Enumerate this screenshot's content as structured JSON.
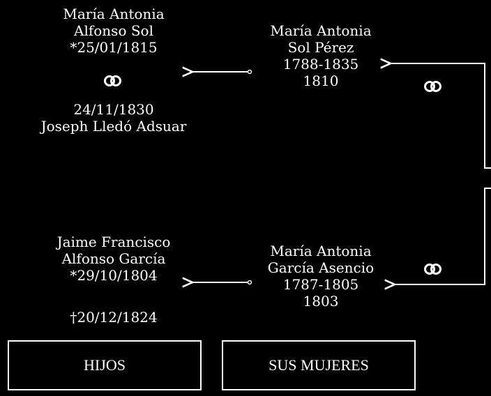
{
  "child1": {
    "name1": "María Antonia",
    "name2": "Alfonso Sol",
    "birth": "*25/01/1815",
    "marriage_date": "24/11/1830",
    "spouse": "Joseph Lledó Adsuar"
  },
  "mother1": {
    "name1": "María Antonia",
    "name2": "Sol Pérez",
    "years": "1788-1835",
    "marriage_year": "1810"
  },
  "child2": {
    "name1": "Jaime Francisco",
    "name2": "Alfonso García",
    "birth": "*29/10/1804",
    "death": "†20/12/1824"
  },
  "mother2": {
    "name1": "María Antonia",
    "name2": "García Asencio",
    "years": "1787-1805",
    "marriage_year": "1803"
  },
  "buttons": {
    "hijos": "HIJOS",
    "sus_mujeres": "SUS MUJERES"
  },
  "icons": {
    "rings": "wedding-rings-icon"
  },
  "colors": {
    "background": "#000000",
    "foreground": "#ffffff"
  }
}
